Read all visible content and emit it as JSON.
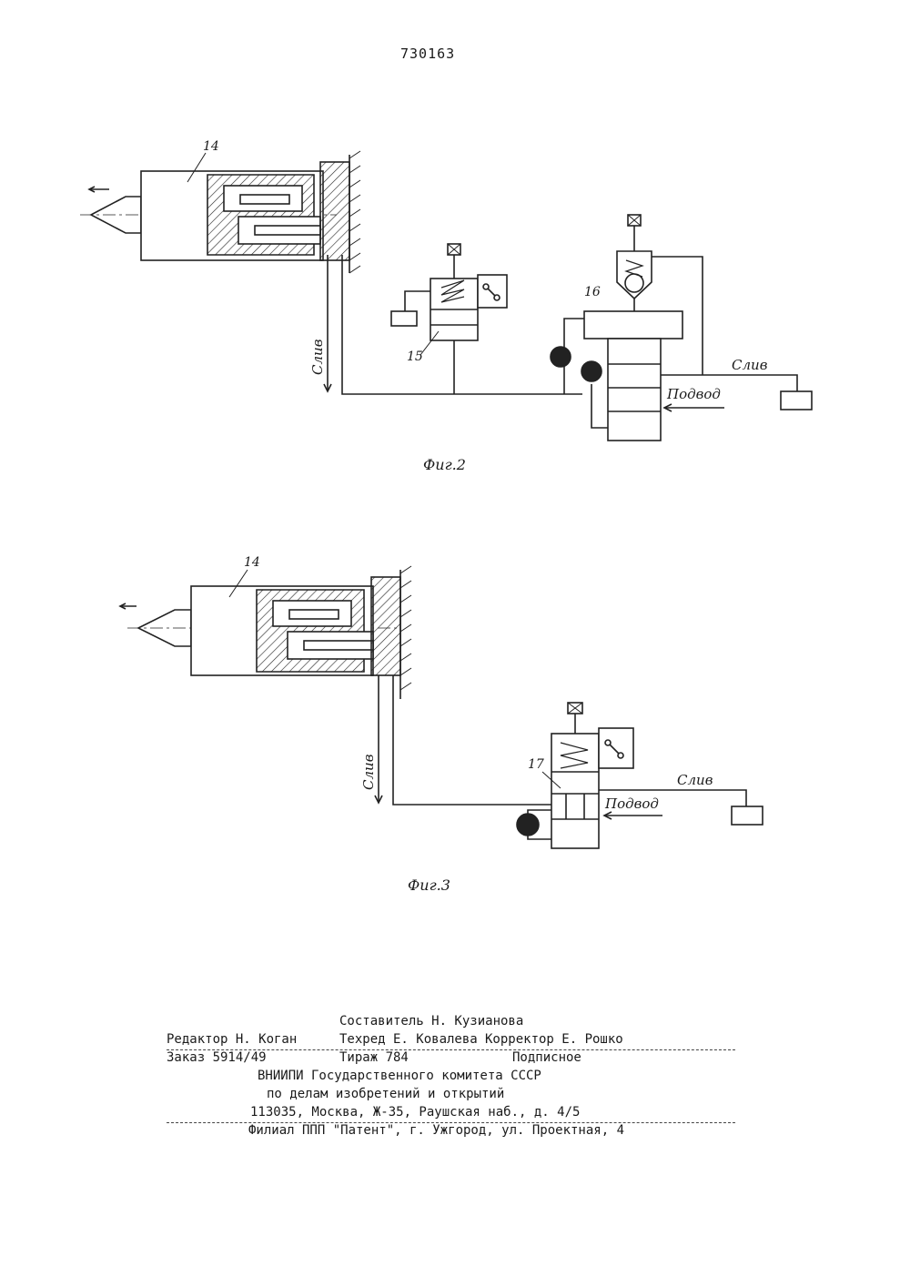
{
  "page_number": "730163",
  "fig2": {
    "caption": "Фиг.2",
    "labels": {
      "part_14": "14",
      "part_15": "15",
      "part_16": "16",
      "drain_vertical": "Слив",
      "drain_right": "Слив",
      "supply": "Подвод"
    }
  },
  "fig3": {
    "caption": "Фиг.3",
    "labels": {
      "part_14": "14",
      "part_17": "17",
      "drain_vertical": "Слив",
      "drain_right": "Слив",
      "supply": "Подвод"
    }
  },
  "colophon": {
    "compiler": "Составитель Н. Кузианова",
    "editor": "Редактор Н. Коган",
    "techred": "Техред Е. Ковалева",
    "corrector": "Корректор Е. Рошко",
    "order": "Заказ 5914/49",
    "print_run": "Тираж 784",
    "subscription": "Подписное",
    "org_line1": "ВНИИПИ Государственного комитета СССР",
    "org_line2": "по делам изобретений и открытий",
    "address": "113035, Москва, Ж-35, Раушская наб., д. 4/5",
    "branch": "Филиал ППП \"Патент\", г. Ужгород, ул. Проектная, 4"
  }
}
